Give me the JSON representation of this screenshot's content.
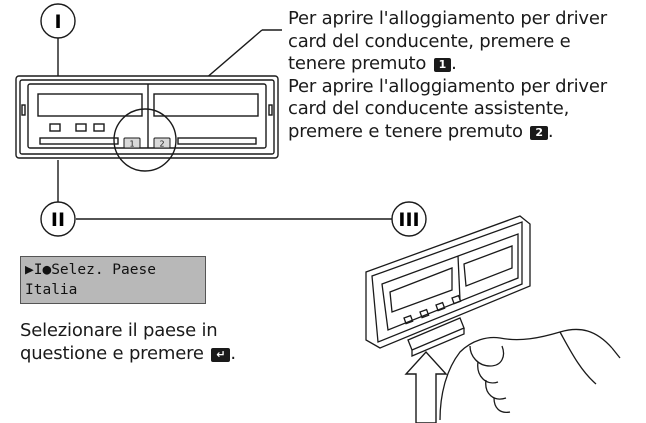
{
  "steps": {
    "one": "I",
    "two": "II",
    "three": "III"
  },
  "instructions_top": {
    "line1": "Per aprire l'alloggiamento per driver",
    "line2": "card del conducente, premere e",
    "line3_text": "tenere premuto",
    "key1": "1",
    "line3_end": ".",
    "line4": "Per aprire l'alloggiamento per driver",
    "line5": "card del conducente assistente,",
    "line6_text": "premere e tenere premuto",
    "key2": "2",
    "line6_end": "."
  },
  "lcd": {
    "line1": "▶I●Selez. Paese",
    "line2": "Italia"
  },
  "instructions_bottom": {
    "line1": "Selezionare il paese in",
    "line2_text": "questione e premere",
    "enter_key": "↵",
    "line2_end": "."
  },
  "device_buttons": {
    "slot1": "1",
    "slot2": "2"
  }
}
